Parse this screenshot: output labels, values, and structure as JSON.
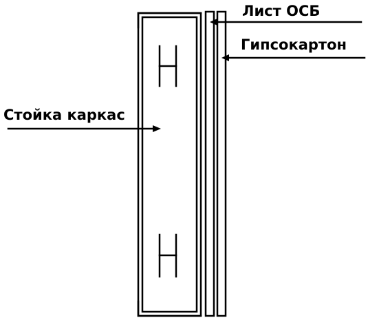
{
  "labels": {
    "osb_sheet": "Лист ОСБ",
    "gypsum_board": "Гипсокартон",
    "frame_stud": "Стойка каркас"
  },
  "colors": {
    "stroke": "#000000",
    "background": "#ffffff",
    "text": "#000000"
  }
}
